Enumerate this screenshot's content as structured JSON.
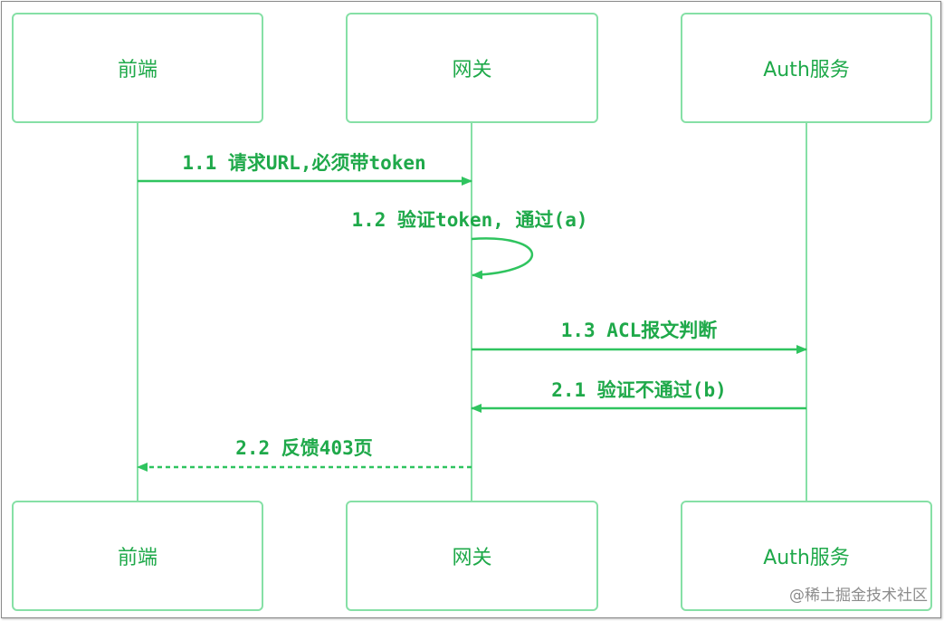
{
  "participants": [
    "前端",
    "网关",
    "Auth服务"
  ],
  "messages": [
    {
      "label": "1.1 请求URL,必须带token",
      "from": 0,
      "to": 1,
      "style": "solid"
    },
    {
      "label": "1.2 验证token, 通过(a)",
      "from": 1,
      "to": 1,
      "style": "self"
    },
    {
      "label": "1.3 ACL报文判断",
      "from": 1,
      "to": 2,
      "style": "solid"
    },
    {
      "label": "2.1 验证不通过(b)",
      "from": 2,
      "to": 1,
      "style": "solid"
    },
    {
      "label": "2.2 反馈403页",
      "from": 1,
      "to": 0,
      "style": "dashed"
    }
  ],
  "watermark": "@稀土掘金技术社区",
  "colors": {
    "line": "#86e0a6",
    "arrow": "#2fc45f",
    "text": "#1fa94a"
  }
}
